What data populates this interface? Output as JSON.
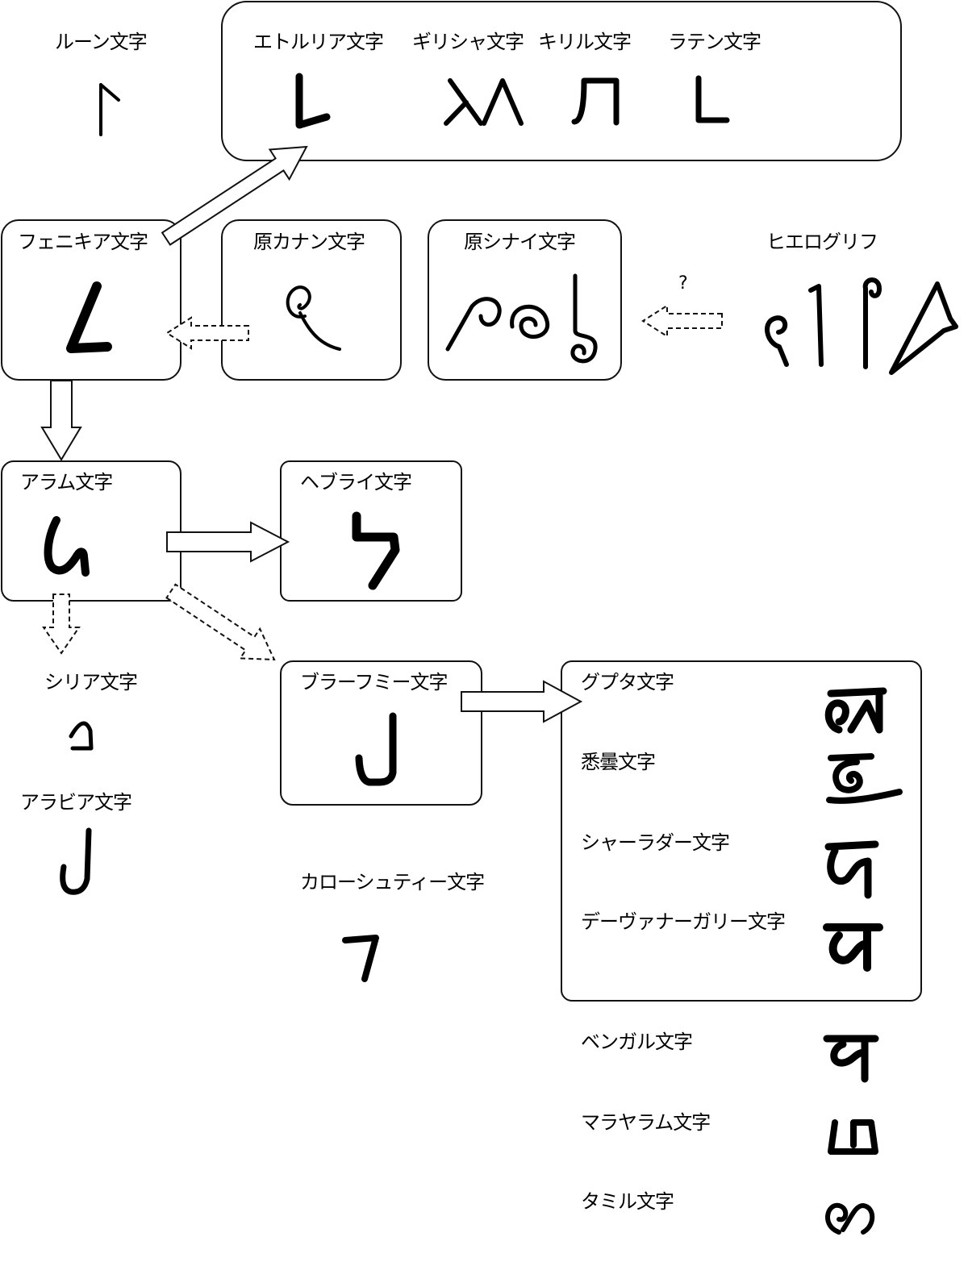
{
  "title_labels": {
    "runic": "ルーン文字",
    "etruscan": "エトルリア文字",
    "greek": "ギリシャ文字",
    "cyrillic": "キリル文字",
    "latin": "ラテン文字",
    "phoenician": "フェニキア文字",
    "proto_canaanite": "原カナン文字",
    "proto_sinaitic": "原シナイ文字",
    "hieroglyph": "ヒエログリフ",
    "question": "?",
    "aramaic": "アラム文字",
    "hebrew": "ヘブライ文字",
    "syriac": "シリア文字",
    "arabic": "アラビア文字",
    "brahmi": "ブラーフミー文字",
    "kharosthi": "カローシュティー文字",
    "gupta": "グプタ文字",
    "siddham": "悉曇文字",
    "sharada": "シャーラダー文字",
    "devanagari": "デーヴァナーガリー文字",
    "bengali": "ベンガル文字",
    "malayalam": "マラヤラム文字",
    "tamil": "タミル文字"
  }
}
